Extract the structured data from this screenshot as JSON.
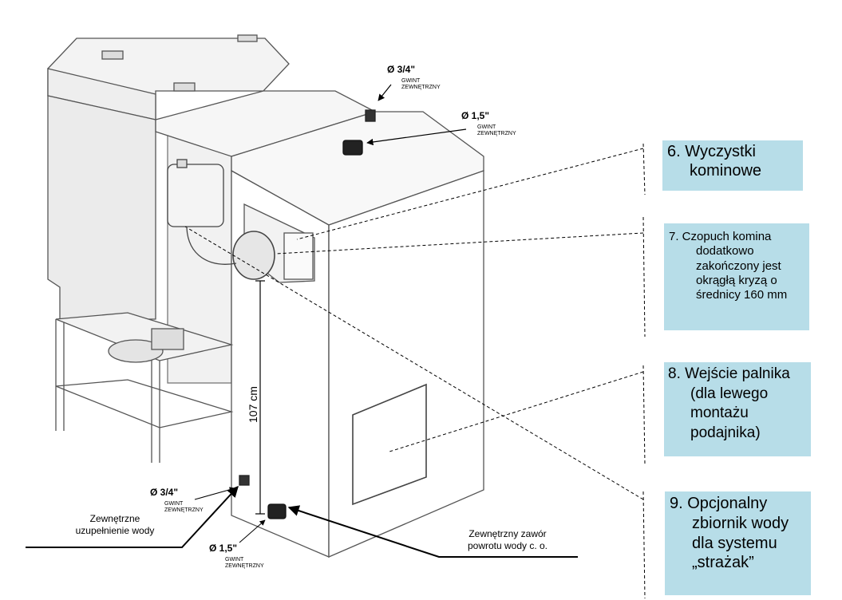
{
  "connections": {
    "top_small": {
      "diameter": "Ø 3/4\"",
      "line1": "GWINT",
      "line2": "ZEWNĘTRZNY"
    },
    "top_large": {
      "diameter": "Ø 1,5\"",
      "line1": "GWINT",
      "line2": "ZEWNĘTRZNY"
    },
    "bottom_small": {
      "diameter": "Ø 3/4\"",
      "line1": "GWINT",
      "line2": "ZEWNĘTRZNY"
    },
    "bottom_large": {
      "diameter": "Ø 1,5\"",
      "line1": "GWINT",
      "line2": "ZEWNĘTRZNY"
    }
  },
  "labels": {
    "water_fill_line1": "Zewnętrzne",
    "water_fill_line2": "uzupełnienie wody",
    "return_valve_line1": "Zewnętrzny zawór",
    "return_valve_line2": "powrotu wody c. o.",
    "height": "107 cm"
  },
  "callouts": {
    "c6": {
      "lines": [
        "6. Wyczystki",
        "kominowe"
      ]
    },
    "c7": {
      "lines": [
        "7. Czopuch komina",
        "dodatkowo",
        "zakończony jest",
        "okrągłą kryzą o",
        "średnicy 160 mm"
      ]
    },
    "c8": {
      "lines": [
        "8. Wejście palnika",
        "(dla lewego",
        "montażu",
        "podajnika)"
      ]
    },
    "c9": {
      "lines": [
        "9. Opcjonalny",
        "zbiornik wody",
        "dla systemu",
        "„strażak”"
      ]
    }
  }
}
